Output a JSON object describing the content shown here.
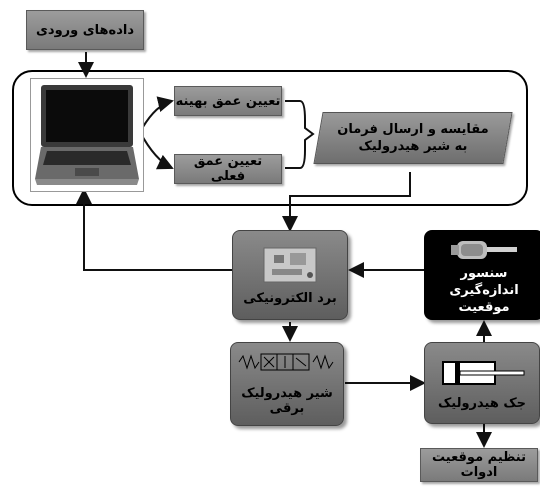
{
  "nodes": {
    "input_data": "داده‌های ورودی",
    "optimal_depth": "تعیین عمق بهینه",
    "current_depth": "تعیین عمق فعلی",
    "compare_send": "مقایسه و ارسال فرمان به شیر هیدرولیک",
    "electronic_board": "برد الکترونیکی",
    "position_sensor": "سنسور اندازه‌گیری موقعیت",
    "electro_valve": "شیر هیدرولیک برقی",
    "hydraulic_jack": "جک هیدرولیک",
    "tool_position": "تنظیم موقعیت ادوات"
  },
  "colors": {
    "box_gray": "#8a8a8a",
    "sensor_black": "#000000",
    "arrow": "#111111"
  },
  "icons": [
    "laptop-icon",
    "circuit-board-icon",
    "sensor-device-icon",
    "valve-symbol-icon",
    "hydraulic-cylinder-icon"
  ]
}
